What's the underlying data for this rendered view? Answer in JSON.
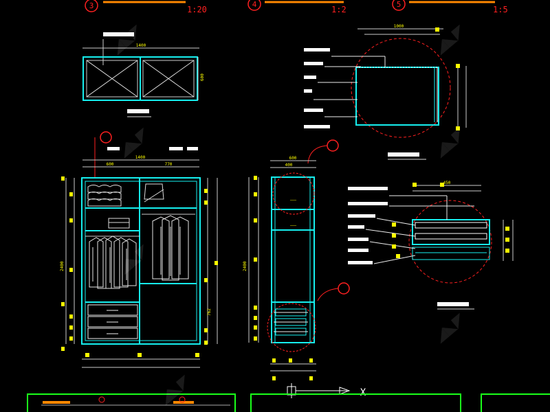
{
  "callouts": {
    "c3": {
      "number": "3",
      "scale": "1:20"
    },
    "c4": {
      "number": "4",
      "scale": "1:2"
    },
    "c5": {
      "number": "5",
      "scale": "1:5"
    }
  },
  "dimensions": {
    "top_plan_width": "1400",
    "top_plan_depth": "600",
    "front_overall_width": "1400",
    "front_left_width": "600",
    "front_right_width": "770",
    "front_overall_height": "2400",
    "side_depth": "600",
    "side_sub_depth": "400",
    "side_overall_height": "2400",
    "detail4_width": "1000",
    "detail5_width": "450",
    "front_drawer_height": "762"
  },
  "crosshair_label": "X",
  "colors": {
    "frame": "#16f0f0",
    "sheet_border": "#1aff1a",
    "callout": "#ff2020",
    "dim_text": "#ffff00",
    "linework": "#ffffff",
    "guide": "#e8e8e8"
  }
}
